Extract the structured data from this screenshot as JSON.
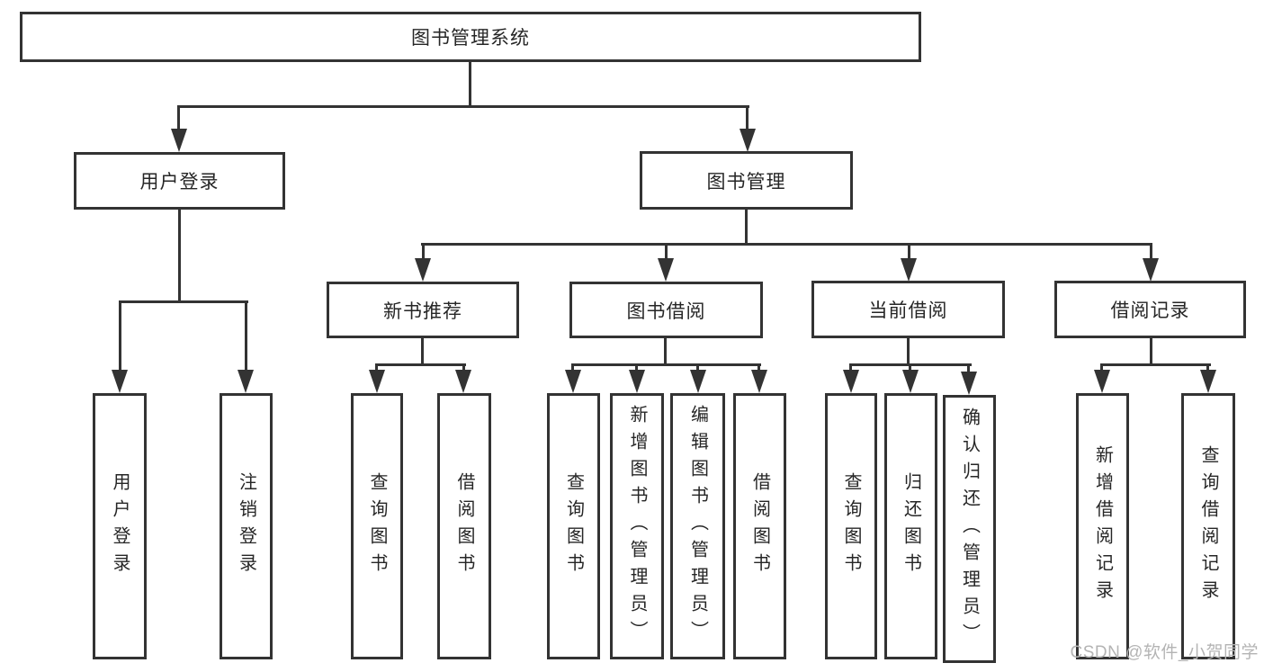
{
  "diagram": {
    "root": {
      "label": "图书管理系统"
    },
    "branches": [
      {
        "label": "用户登录",
        "children": [
          {
            "label": "用户登录"
          },
          {
            "label": "注销登录"
          }
        ]
      },
      {
        "label": "图书管理",
        "children": [
          {
            "label": "新书推荐",
            "children": [
              {
                "label": "查询图书"
              },
              {
                "label": "借阅图书"
              }
            ]
          },
          {
            "label": "图书借阅",
            "children": [
              {
                "label": "查询图书"
              },
              {
                "label": "新增图书（管理员）"
              },
              {
                "label": "编辑图书（管理员）"
              },
              {
                "label": "借阅图书"
              }
            ]
          },
          {
            "label": "当前借阅",
            "children": [
              {
                "label": "查询图书"
              },
              {
                "label": "归还图书"
              },
              {
                "label": "确认归还（管理员）"
              }
            ]
          },
          {
            "label": "借阅记录",
            "children": [
              {
                "label": "新增借阅记录"
              },
              {
                "label": "查询借阅记录"
              }
            ]
          }
        ]
      }
    ],
    "watermark": "CSDN @软件_小贺同学",
    "colors": {
      "line": "#333333",
      "text": "#262626",
      "watermark": "#b4b4b4",
      "background": "#ffffff"
    }
  }
}
